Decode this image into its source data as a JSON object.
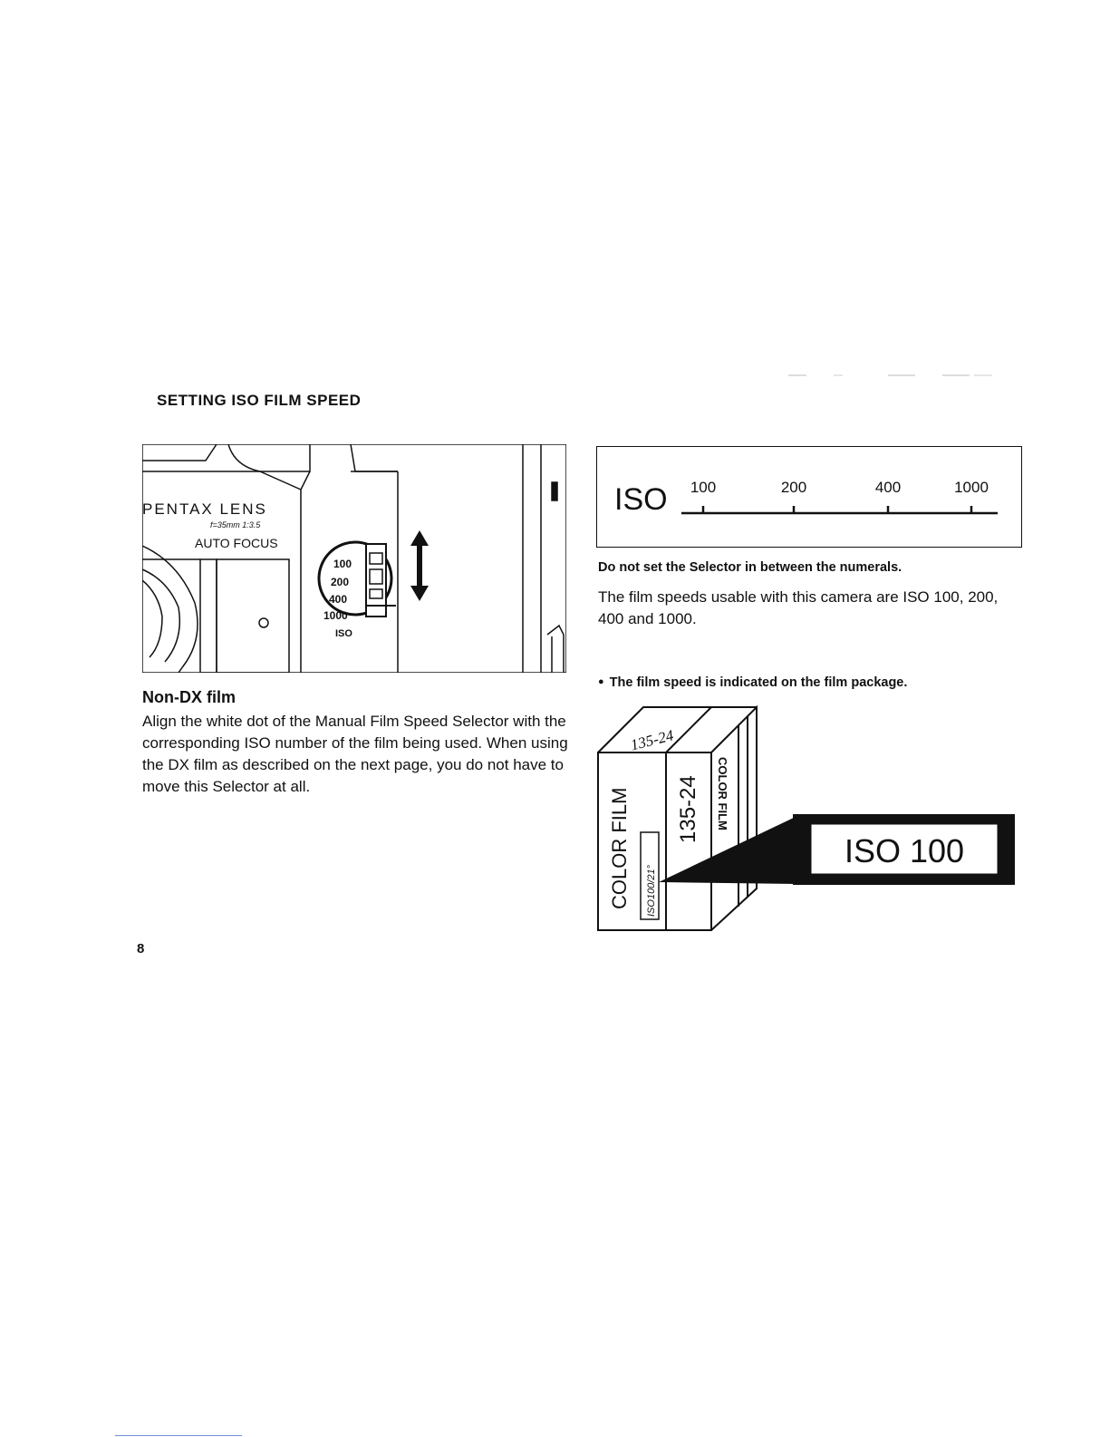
{
  "page": {
    "title": "SETTING ISO FILM SPEED",
    "page_number": "8"
  },
  "camera_illustration": {
    "brand": "PENTAX LENS",
    "lens_spec": "f=35mm 1:3.5",
    "feature": "AUTO FOCUS",
    "dial_speeds": [
      "100",
      "200",
      "400",
      "1000"
    ],
    "dial_label": "ISO"
  },
  "left_column": {
    "subheading": "Non-DX film",
    "paragraph": "Align the white dot of the Manual Film Speed Selector with the corresponding ISO number of the film being used. When using the DX film as described on the next page, you do not have to move this Selector at all."
  },
  "iso_scale": {
    "label": "ISO",
    "marks": [
      "100",
      "200",
      "400",
      "1000"
    ]
  },
  "right_column": {
    "warning": "Do not set the Selector in between the numerals.",
    "usable_speeds": "The film speeds usable with this camera are ISO 100, 200, 400 and 1000.",
    "note": "The film speed is indicated on the film package."
  },
  "film_package": {
    "top_code": "135-24",
    "front_label": "COLOR FILM",
    "side_code": "135-24",
    "side_label": "COLOR FILM",
    "small_stamp": "ISO100/21°",
    "callout": "ISO 100"
  }
}
